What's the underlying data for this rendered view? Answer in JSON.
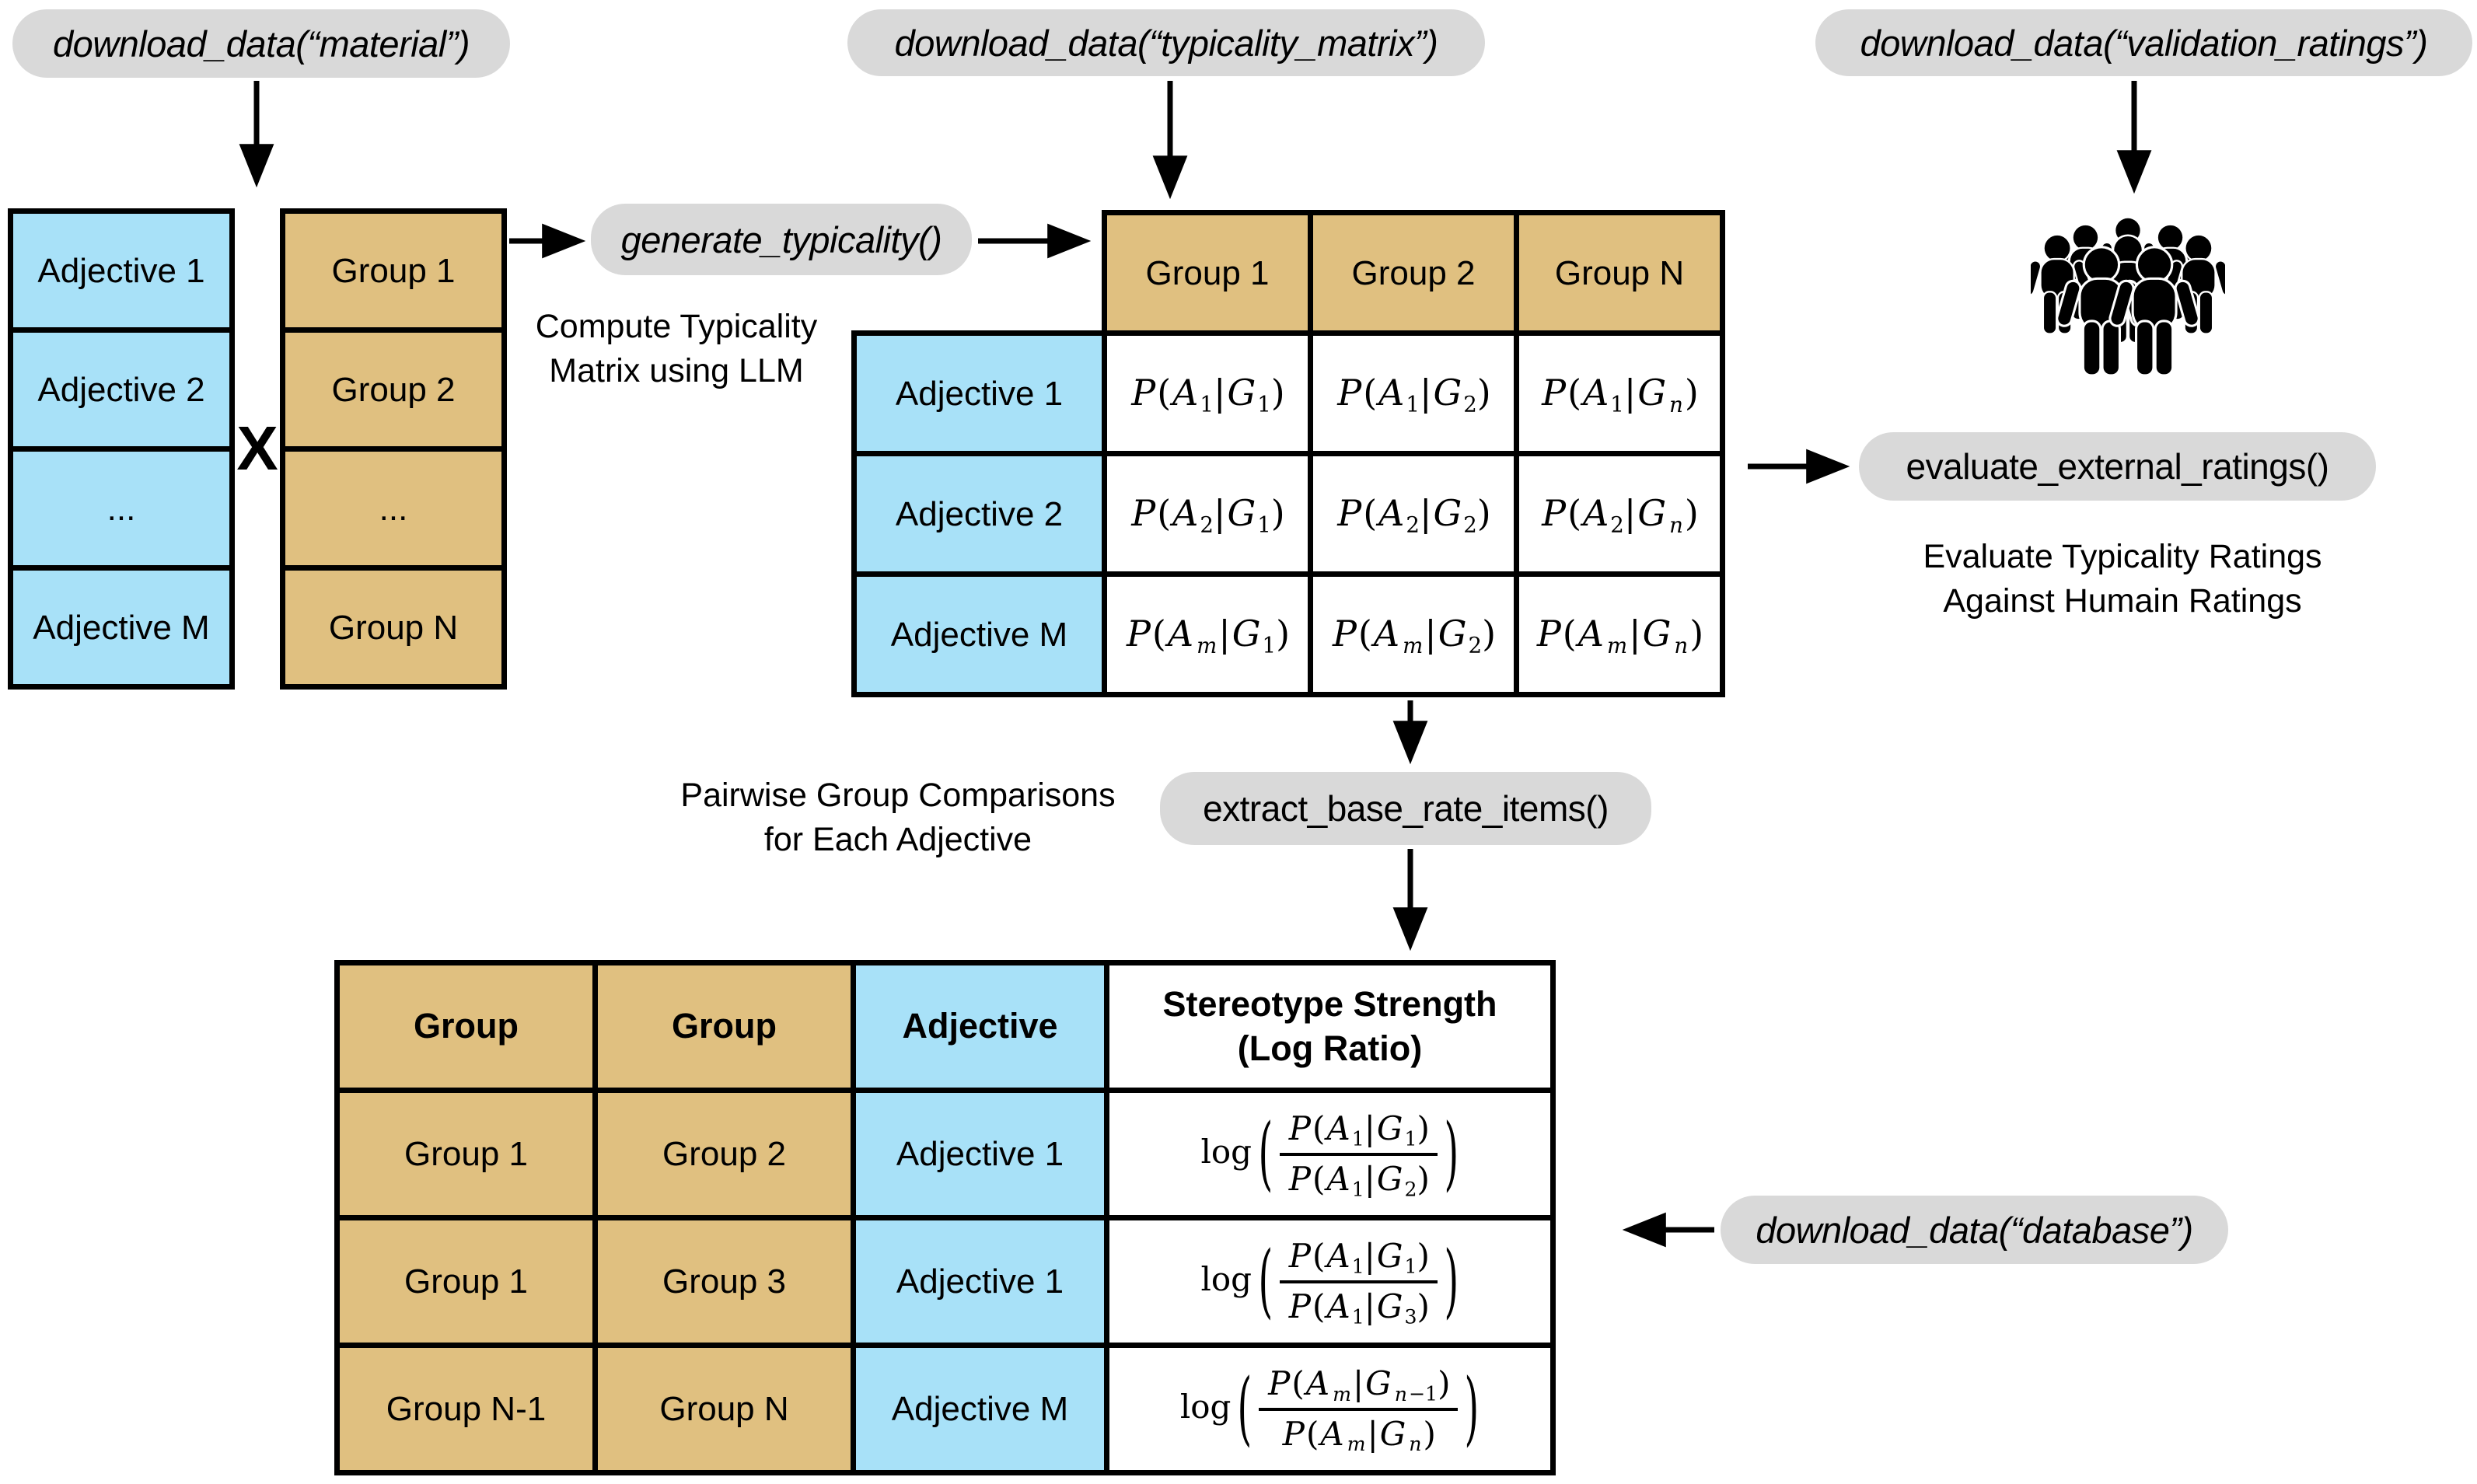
{
  "colors": {
    "tan": "#E0C080",
    "blue": "#A8E1F8",
    "pill_gray": "#D9D9D9",
    "line": "#000000"
  },
  "pills": {
    "material": "download_data(“material”)",
    "typicality": "download_data(“typicality_matrix”)",
    "validation": "download_data(“validation_ratings”)",
    "generate": "generate_typicality()",
    "evaluate": "evaluate_external_ratings()",
    "extract": "extract_base_rate_items()",
    "database": "download_data(“database”)"
  },
  "annotations": {
    "compute": "Compute Typicality\nMatrix using LLM",
    "evaluate": "Evaluate Typicality Ratings\nAgainst Humain Ratings",
    "pairwise": "Pairwise Group Comparisons\nfor Each Adjective"
  },
  "lists": {
    "operator": "X",
    "adjectives": [
      "Adjective 1",
      "Adjective 2",
      "...",
      "Adjective M"
    ],
    "groups": [
      "Group 1",
      "Group 2",
      "...",
      "Group N"
    ]
  },
  "typicality_matrix": {
    "col_headers": [
      "Group 1",
      "Group 2",
      "Group N"
    ],
    "row_headers": [
      "Adjective 1",
      "Adjective 2",
      "Adjective M"
    ],
    "cells": [
      [
        "P(A_1|G_1)",
        "P(A_1|G_2)",
        "P(A_1|G_n)"
      ],
      [
        "P(A_2|G_1)",
        "P(A_2|G_2)",
        "P(A_2|G_n)"
      ],
      [
        "P(A_m|G_1)",
        "P(A_m|G_2)",
        "P(A_m|G_n)"
      ]
    ]
  },
  "base_rate_table": {
    "headers": [
      "Group",
      "Group",
      "Adjective",
      "Stereotype Strength\n(Log Ratio)"
    ],
    "rows": [
      {
        "group_a": "Group 1",
        "group_b": "Group 2",
        "adjective": "Adjective 1",
        "log": "log",
        "num": "P(A_1|G_1)",
        "den": "P(A_1|G_2)"
      },
      {
        "group_a": "Group 1",
        "group_b": "Group 3",
        "adjective": "Adjective 1",
        "log": "log",
        "num": "P(A_1|G_1)",
        "den": "P(A_1|G_3)"
      },
      {
        "group_a": "Group N-1",
        "group_b": "Group N",
        "adjective": "Adjective M",
        "log": "log",
        "num": "P(A_m|G_{n−1})",
        "den": "P(A_m|G_n)"
      }
    ]
  },
  "icons": {
    "crowd": "crowd-people-icon"
  }
}
